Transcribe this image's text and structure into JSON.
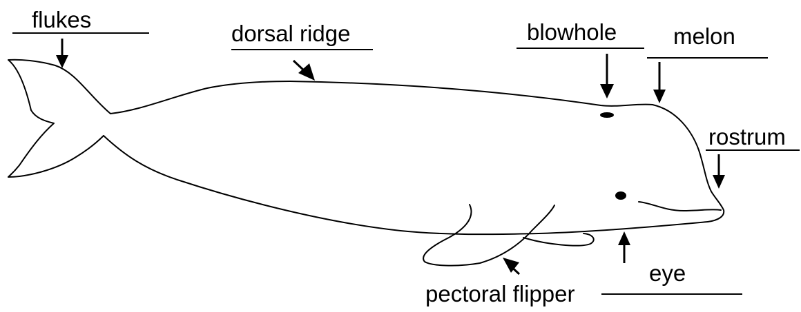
{
  "diagram": {
    "labels": {
      "flukes": "flukes",
      "dorsal_ridge": "dorsal ridge",
      "blowhole": "blowhole",
      "melon": "melon",
      "rostrum": "rostrum",
      "eye": "eye",
      "pectoral_flipper": "pectoral flipper"
    },
    "colors": {
      "ink": "#000000",
      "background": "#ffffff"
    }
  }
}
